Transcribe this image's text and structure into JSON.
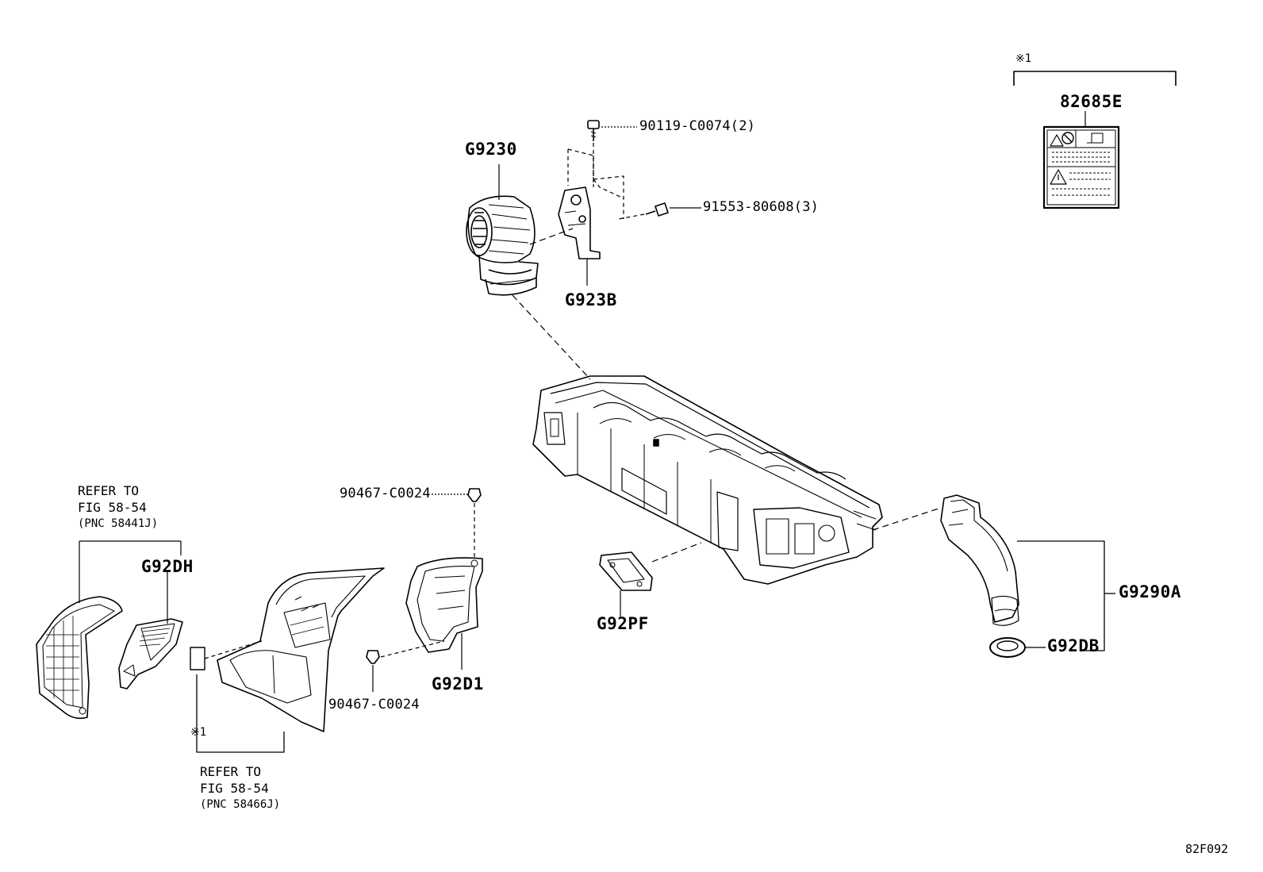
{
  "parts": {
    "g9230": "G9230",
    "g923b": "G923B",
    "bolt_90119": "90119-C0074(2)",
    "bolt_91553": "91553-80608(3)",
    "label_82685e": "82685E",
    "note_mark_top": "※1",
    "clip_90467_top": "90467-C0024",
    "clip_90467_bottom": "90467-C0024",
    "g92dh": "G92DH",
    "g92d1": "G92D1",
    "g92pf": "G92PF",
    "g9290a": "G9290A",
    "g92db": "G92DB",
    "note_mark_left": "※1"
  },
  "references": {
    "left_top": {
      "line1": "REFER TO",
      "line2": "FIG 58-54",
      "line3": "(PNC 58441J)"
    },
    "left_bottom": {
      "line1": "REFER TO",
      "line2": "FIG 58-54",
      "line3": "(PNC 58466J)"
    }
  },
  "figure_code": "82F092"
}
